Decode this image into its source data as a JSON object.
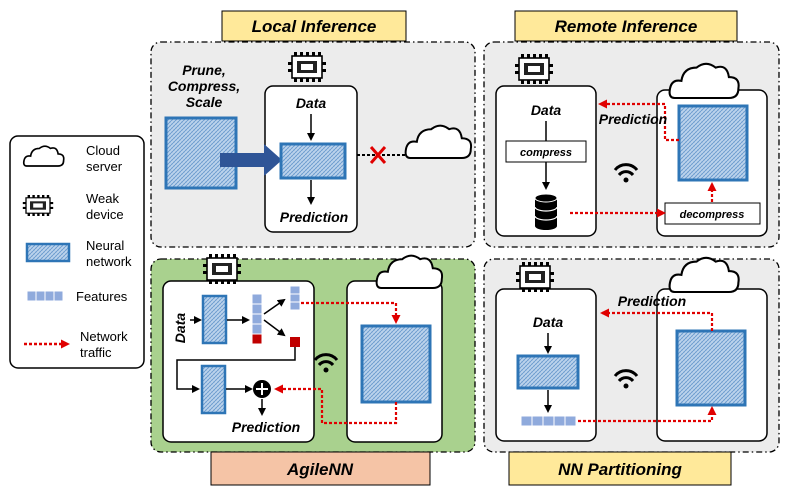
{
  "panels": {
    "local": {
      "title": "Local Inference",
      "prune_line1": "Prune,",
      "prune_line2": "Compress,",
      "prune_line3": "Scale",
      "data": "Data",
      "prediction": "Prediction"
    },
    "remote": {
      "title": "Remote Inference",
      "data": "Data",
      "compress": "compress",
      "decompress": "decompress",
      "prediction": "Prediction"
    },
    "agile": {
      "title": "AgileNN",
      "data": "Data",
      "prediction": "Prediction"
    },
    "partition": {
      "title": "NN Partitioning",
      "data": "Data",
      "prediction": "Prediction"
    }
  },
  "legend": {
    "cloud_line1": "Cloud",
    "cloud_line2": "server",
    "device_line1": "Weak",
    "device_line2": "device",
    "nn_line1": "Neural",
    "nn_line2": "network",
    "features": "Features",
    "traffic_line1": "Network",
    "traffic_line2": "traffic"
  },
  "colors": {
    "title_yellow": "#ffe99a",
    "title_salmon": "#f5c4a6",
    "panel_gray": "#ececec",
    "panel_green": "#a9d18e",
    "nn_blue": "#9dc3e6",
    "nn_border": "#2e75b6",
    "feature_blue": "#8faadc",
    "traffic_red": "#e00000",
    "arrow_navy": "#2f5597"
  }
}
